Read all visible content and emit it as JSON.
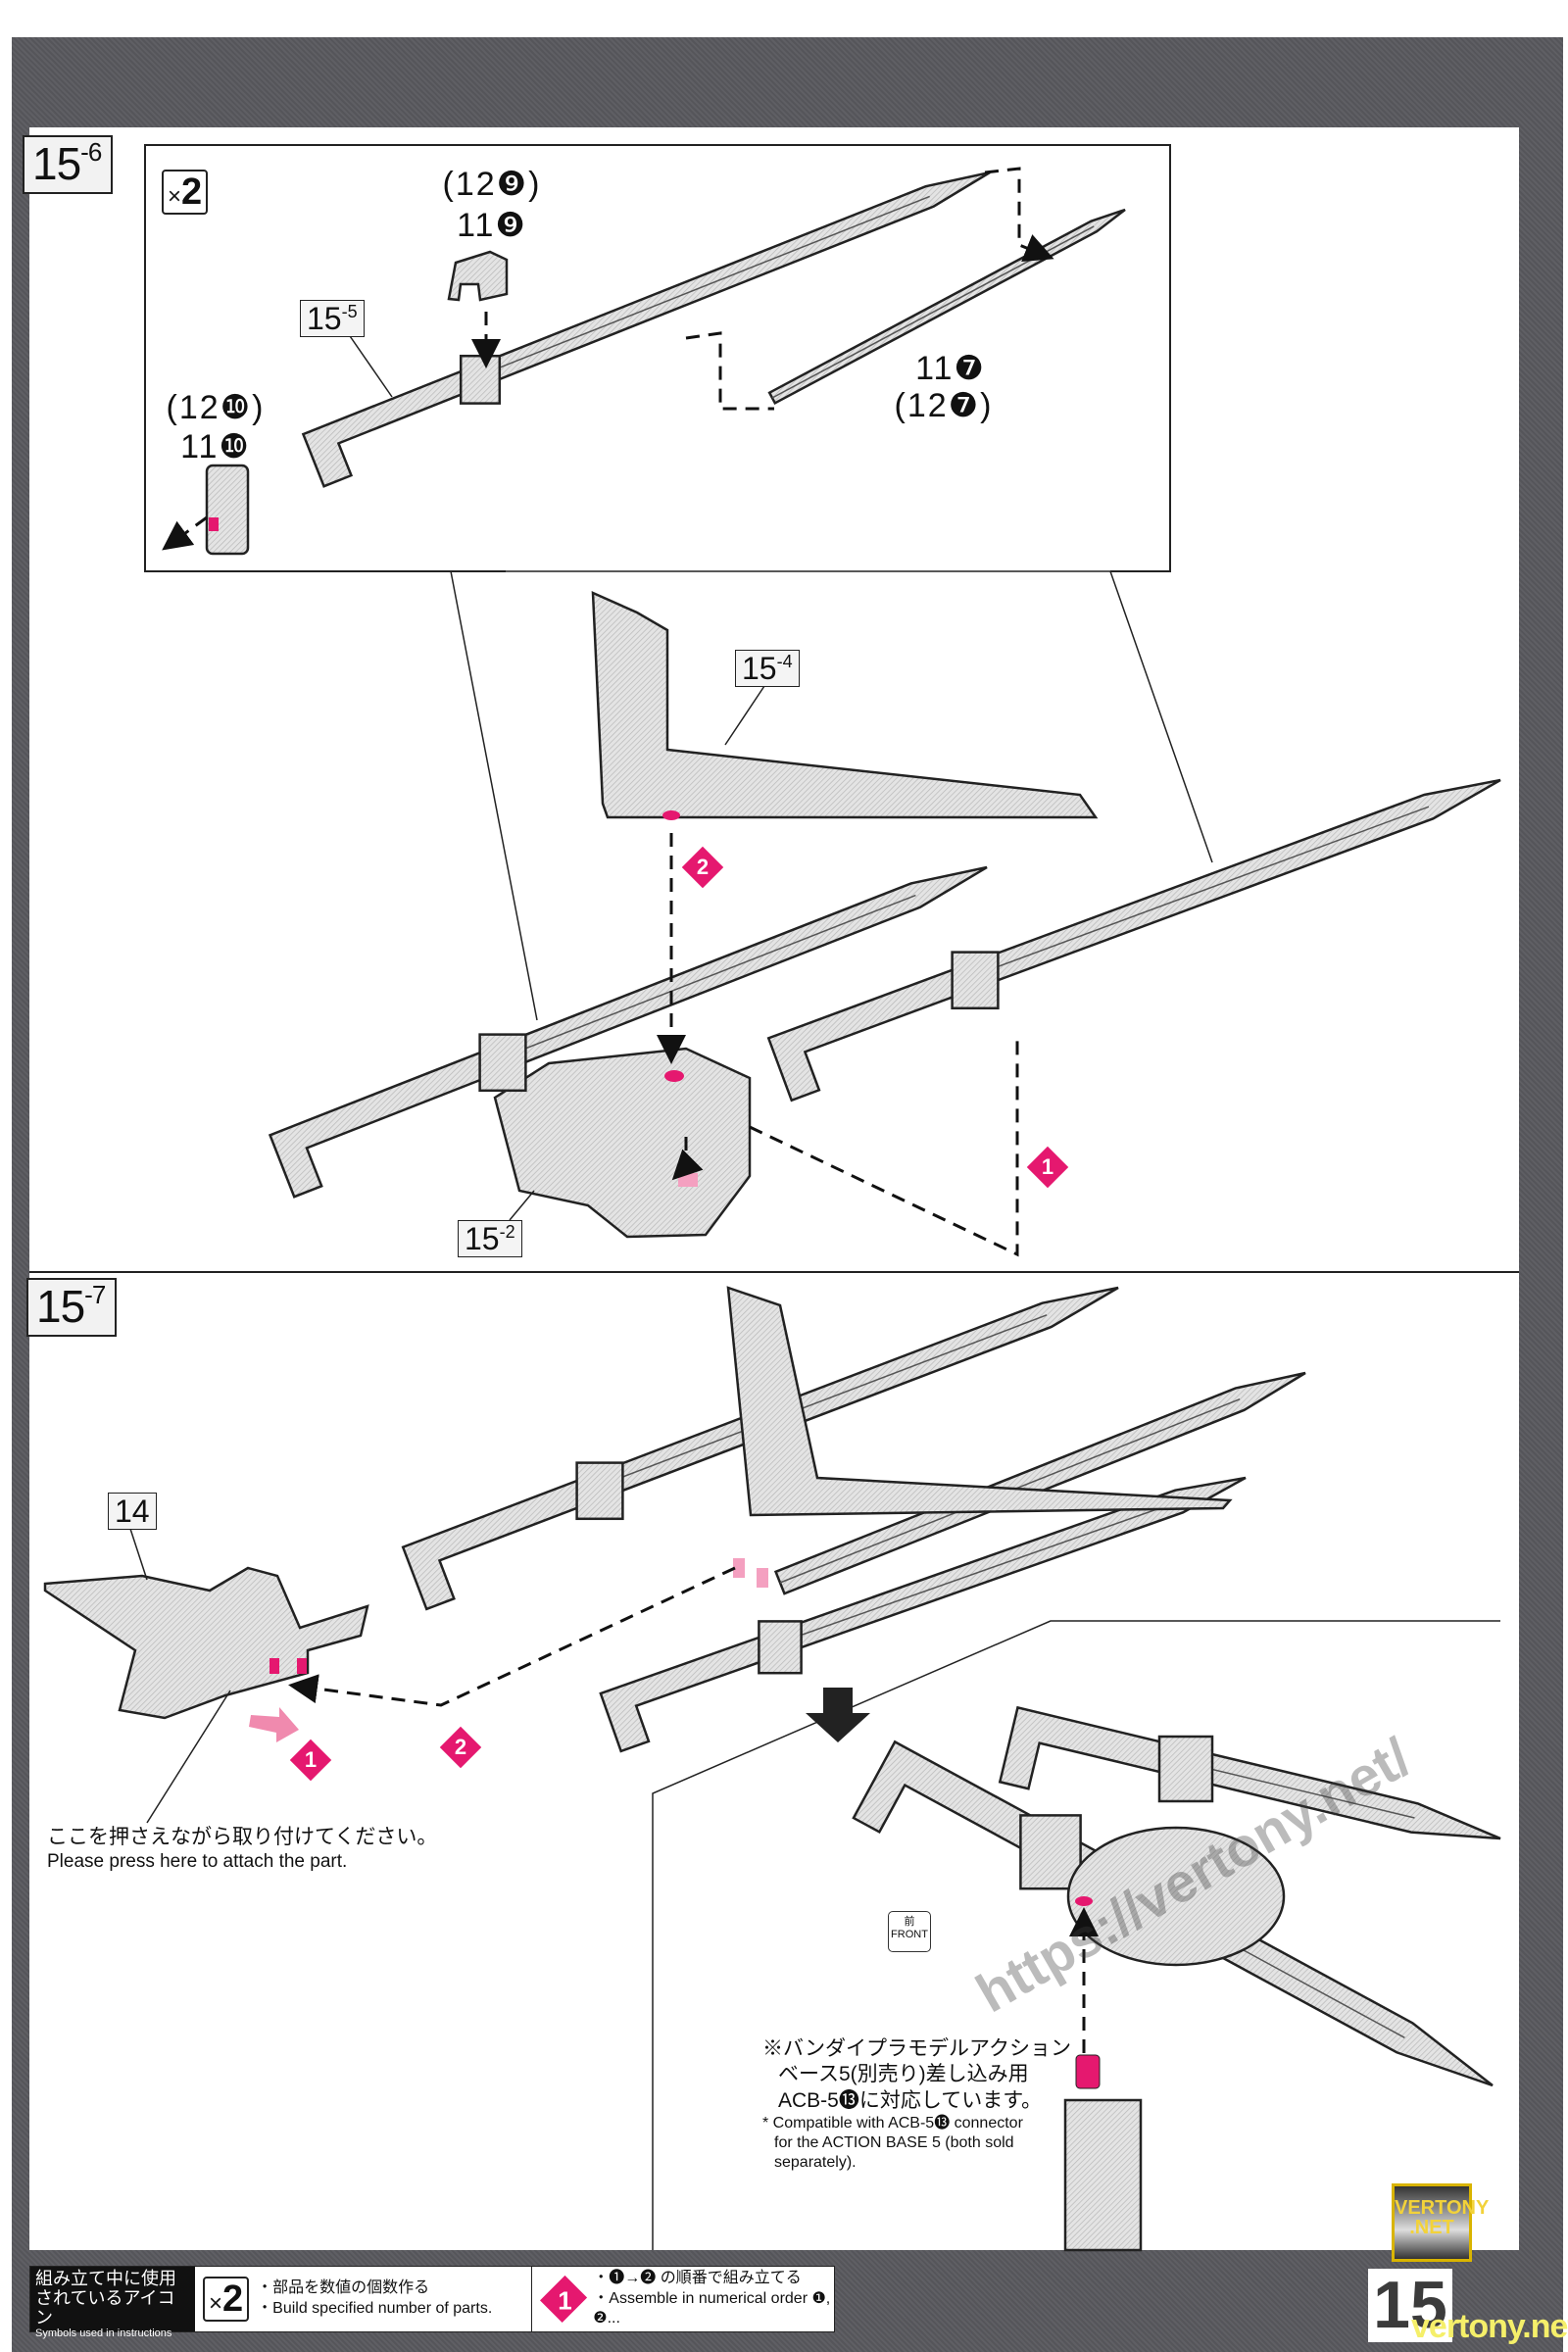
{
  "page_number": "15",
  "accent_color": "#e5186f",
  "step_15_6": {
    "tab": {
      "main": "15",
      "sub": "-6"
    },
    "multiplier": {
      "prefix": "×",
      "value": "2"
    },
    "parts": {
      "cap_alt": "(12❾)",
      "cap": "11❾",
      "end_alt": "(12❿)",
      "end": "11❿",
      "blade": "11❼",
      "blade_alt": "(12❼)"
    },
    "callouts": {
      "sub5": {
        "main": "15",
        "sub": "-5"
      },
      "sub4": {
        "main": "15",
        "sub": "-4"
      },
      "sub2": {
        "main": "15",
        "sub": "-2"
      }
    },
    "order": [
      "1",
      "2"
    ]
  },
  "step_15_7": {
    "tab": {
      "main": "15",
      "sub": "-7"
    },
    "callout_14": "14",
    "order": [
      "1",
      "2"
    ],
    "press_note": {
      "jp": "ここを押さえながら取り付けてください。",
      "en": "Please press here to attach the part."
    },
    "front_icon": {
      "jp": "前",
      "en": "FRONT"
    },
    "base_note": {
      "jp_lines": [
        "※バンダイプラモデルアクション",
        "ベース5(別売り)差し込み用",
        "ACB-5⓭に対応しています。"
      ],
      "en_lines": [
        "* Compatible with ACB-5⓭ connector",
        "for the ACTION BASE 5 (both sold",
        "separately)."
      ]
    }
  },
  "legend": {
    "title_jp": "組み立て中に使用されているアイコン",
    "title_en": "Symbols used in instructions",
    "multiplier": {
      "prefix": "×",
      "value": "2"
    },
    "multiplier_jp": "・部品を数値の個数作る",
    "multiplier_en": "・Build specified number of parts.",
    "order_icon": "1",
    "order_jp": "・❶→❷ の順番で組み立てる",
    "order_en": "・Assemble in numerical order ❶, ❷..."
  },
  "watermark": {
    "url": "https://vertony.net/",
    "logo": "VERTONY .NET",
    "footer": "vertony.net"
  }
}
